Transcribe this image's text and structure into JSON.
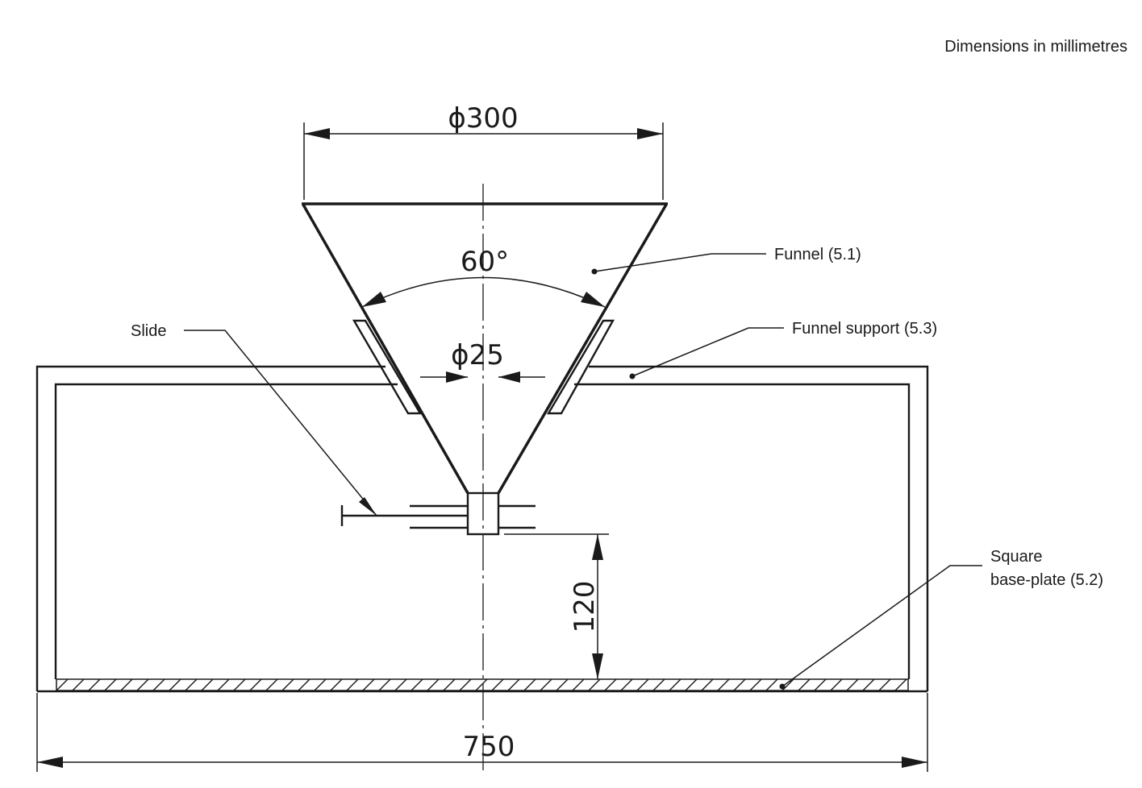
{
  "header": {
    "units_note": "Dimensions in millimetres"
  },
  "labels": {
    "funnel": "Funnel (5.1)",
    "funnel_support": "Funnel support (5.3)",
    "slide": "Slide",
    "base_plate_line1": "Square",
    "base_plate_line2": "base-plate (5.2)"
  },
  "dimensions": {
    "top_diameter": "ϕ300",
    "outlet_diameter": "ϕ25",
    "cone_angle": "60°",
    "drop_height": "120",
    "base_width": "750"
  }
}
